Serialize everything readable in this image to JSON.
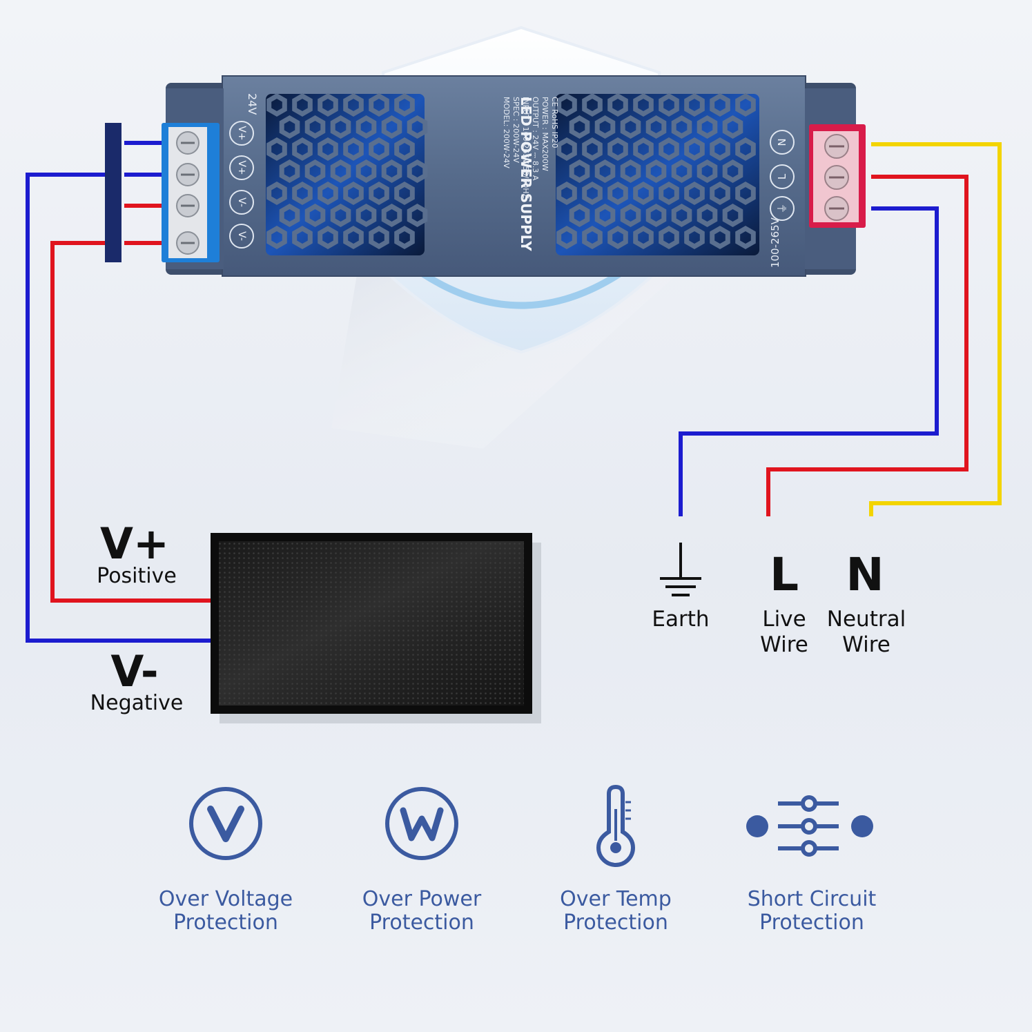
{
  "psu": {
    "title": "LED POWER SUPPLY",
    "spec_lines": [
      "MODEL: 200W-24V",
      "SPEC   : 200W-24V",
      "INPUT  : 100-265V 50/60HZ",
      "OUTPUT : 24V ⎓ 8.3 A",
      "POWER  : MAX200W"
    ],
    "cert_line": "CE RoHS  IP20",
    "output_voltage": "24V",
    "input_range": "100-265V",
    "output_terminals": [
      "V+",
      "V+",
      "V-",
      "V-"
    ],
    "input_terminals": [
      "N",
      "L",
      "⏚"
    ]
  },
  "load": {
    "positive_sign": "V+",
    "positive_text": "Positive",
    "negative_sign": "V-",
    "negative_text": "Negative"
  },
  "mains": {
    "earth": "Earth",
    "live_letter": "L",
    "live_line1": "Live",
    "live_line2": "Wire",
    "neutral_letter": "N",
    "neutral_line1": "Neutral",
    "neutral_line2": "Wire"
  },
  "features": [
    {
      "icon": "v-circle-icon",
      "line1": "Over Voltage",
      "line2": "Protection"
    },
    {
      "icon": "w-circle-icon",
      "line1": "Over Power",
      "line2": "Protection"
    },
    {
      "icon": "thermometer-icon",
      "line1": "Over Temp",
      "line2": "Protection"
    },
    {
      "icon": "short-circuit-icon",
      "line1": "Short Circuit",
      "line2": "Protection"
    }
  ],
  "colors": {
    "wire_red": "#e0141e",
    "wire_blue": "#1c1ccf",
    "wire_yellow": "#f3d400",
    "psu_body": "#5a6f8f",
    "feature_blue": "#3b5aa0",
    "terminal_blue": "#1e7fd8",
    "terminal_red": "#d81c4a"
  }
}
